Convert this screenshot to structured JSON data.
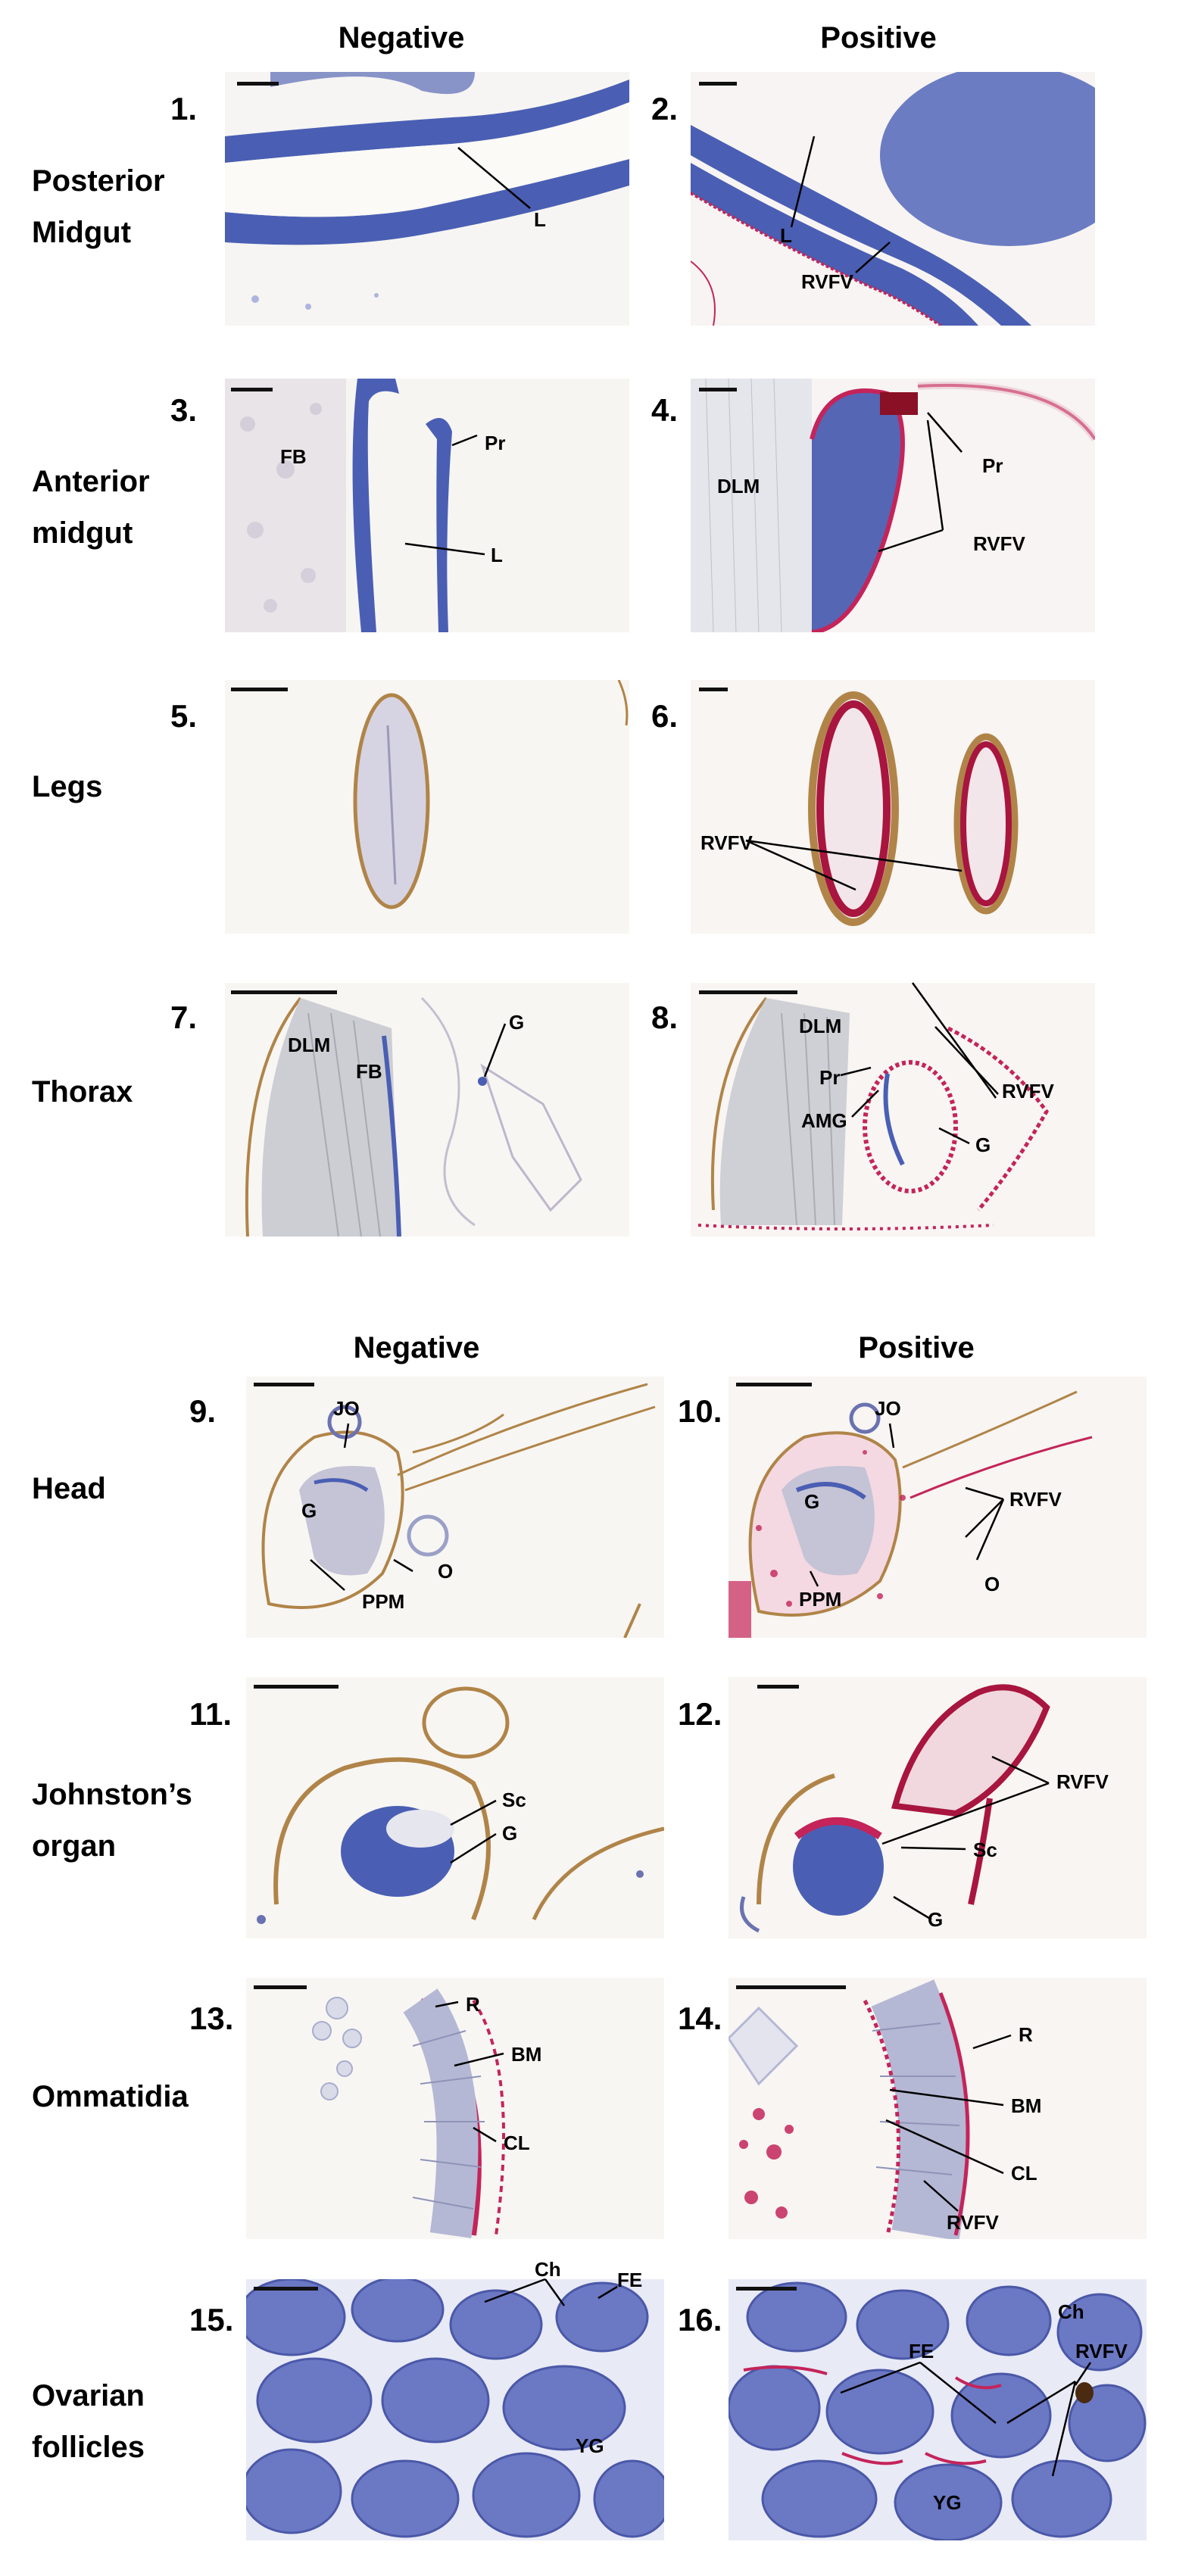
{
  "headers": {
    "top_negative": "Negative",
    "top_positive": "Positive",
    "bottom_negative": "Negative",
    "bottom_positive": "Positive"
  },
  "rows": [
    {
      "label": "Posterior\nMidgut",
      "neg_num": "1.",
      "pos_num": "2."
    },
    {
      "label": "Anterior\nmidgut",
      "neg_num": "3.",
      "pos_num": "4."
    },
    {
      "label": "Legs",
      "neg_num": "5.",
      "pos_num": "6."
    },
    {
      "label": "Thorax",
      "neg_num": "7.",
      "pos_num": "8."
    },
    {
      "label": "Head",
      "neg_num": "9.",
      "pos_num": "10."
    },
    {
      "label": "Johnston’s\norgan",
      "neg_num": "11.",
      "pos_num": "12."
    },
    {
      "label": "Ommatidia",
      "neg_num": "13.",
      "pos_num": "14."
    },
    {
      "label": "Ovarian\nfollicles",
      "neg_num": "15.",
      "pos_num": "16."
    }
  ],
  "annotations": {
    "L": "L",
    "RVFV": "RVFV",
    "FB": "FB",
    "Pr": "Pr",
    "DLM": "DLM",
    "G": "G",
    "AMG": "AMG",
    "JO": "JO",
    "O": "O",
    "PPM": "PPM",
    "Sc": "Sc",
    "R": "R",
    "BM": "BM",
    "CL": "CL",
    "Ch": "Ch",
    "FE": "FE",
    "YG": "YG"
  },
  "colors": {
    "tissue_blue": "#4a5fb3",
    "stain_red": "#c4245a",
    "cuticle_brown": "#a97a3a",
    "muscle_grey": "#c8c8d0"
  }
}
